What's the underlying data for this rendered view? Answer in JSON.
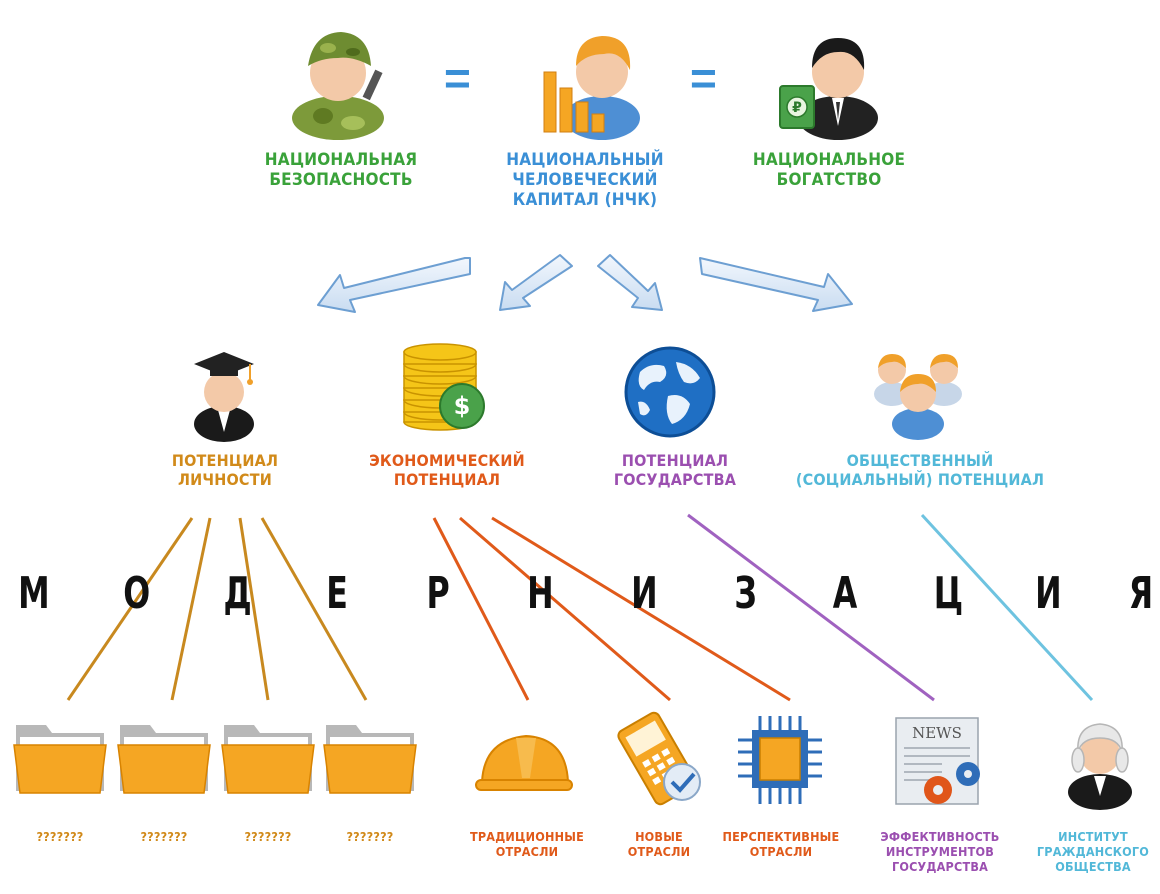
{
  "top": {
    "security": {
      "label_line1": "НАЦИОНАЛЬНАЯ",
      "label_line2": "БЕЗОПАСНОСТЬ",
      "color": "#3aa23a"
    },
    "nhc": {
      "label_line1": "НАЦИОНАЛЬНЫЙ",
      "label_line2": "ЧЕЛОВЕЧЕСКИЙ",
      "label_line3": "КАПИТАЛ (НЧК)",
      "color": "#3a8fd6"
    },
    "wealth": {
      "label_line1": "НАЦИОНАЛЬНОЕ",
      "label_line2": "БОГАТСТВО",
      "color": "#3aa23a"
    },
    "equals_left": "=",
    "equals_right": "="
  },
  "potentials": {
    "personal": {
      "label_line1": "ПОТЕНЦИАЛ",
      "label_line2": "ЛИЧНОСТИ",
      "color": "#d18a1a",
      "icon": "graduate-icon"
    },
    "economic": {
      "label_line1": "ЭКОНОМИЧЕСКИЙ",
      "label_line2": "ПОТЕНЦИАЛ",
      "color": "#e05a1a",
      "icon": "coins-icon"
    },
    "state": {
      "label_line1": "ПОТЕНЦИАЛ",
      "label_line2": "ГОСУДАРСТВА",
      "color": "#9b4fb0",
      "icon": "globe-icon"
    },
    "social": {
      "label_line1": "ОБЩЕСТВЕННЫЙ",
      "label_line2": "(СОЦИАЛЬНЫЙ) ПОТЕНЦИАЛ",
      "color": "#52b8d8",
      "icon": "people-group-icon"
    }
  },
  "modernization_letters": [
    "М",
    "О",
    "Д",
    "Е",
    "Р",
    "Н",
    "И",
    "З",
    "А",
    "Ц",
    "И",
    "Я"
  ],
  "bottom": {
    "folders": [
      "???????",
      "???????",
      "???????",
      "???????"
    ],
    "traditional": {
      "label_line1": "ТРАДИЦИОННЫЕ",
      "label_line2": "ОТРАСЛИ",
      "color": "#e05a1a",
      "icon": "hard-hat-icon"
    },
    "new": {
      "label_line1": "НОВЫЕ",
      "label_line2": "ОТРАСЛИ",
      "color": "#e05a1a",
      "icon": "phone-icon"
    },
    "perspective": {
      "label_line1": "ПЕРСПЕКТИВНЫЕ",
      "label_line2": "ОТРАСЛИ",
      "color": "#e05a1a",
      "icon": "chip-icon"
    },
    "efficiency": {
      "label_line1": "ЭФФЕКТИВНОСТЬ",
      "label_line2": "ИНСТРУМЕНТОВ",
      "label_line3": "ГОСУДАРСТВА",
      "color": "#9b4fb0",
      "icon": "news-icon",
      "news_text": "NEWS"
    },
    "civil": {
      "label_line1": "ИНСТИТУТ",
      "label_line2": "ГРАЖДАНСКОГО",
      "label_line3": "ОБЩЕСТВА",
      "color": "#52b8d8",
      "icon": "judge-icon"
    }
  },
  "colors": {
    "personal_line": "#c8891f",
    "economic_line": "#e05a1a",
    "state_line": "#a062c0",
    "social_line": "#6ec3e0",
    "arrow_fill": "#d8e7f7",
    "arrow_stroke": "#6d9fd2",
    "folder_orange": "#f5a623"
  },
  "wealth_icon_sign": "₽",
  "coins_icon_sign": "$"
}
